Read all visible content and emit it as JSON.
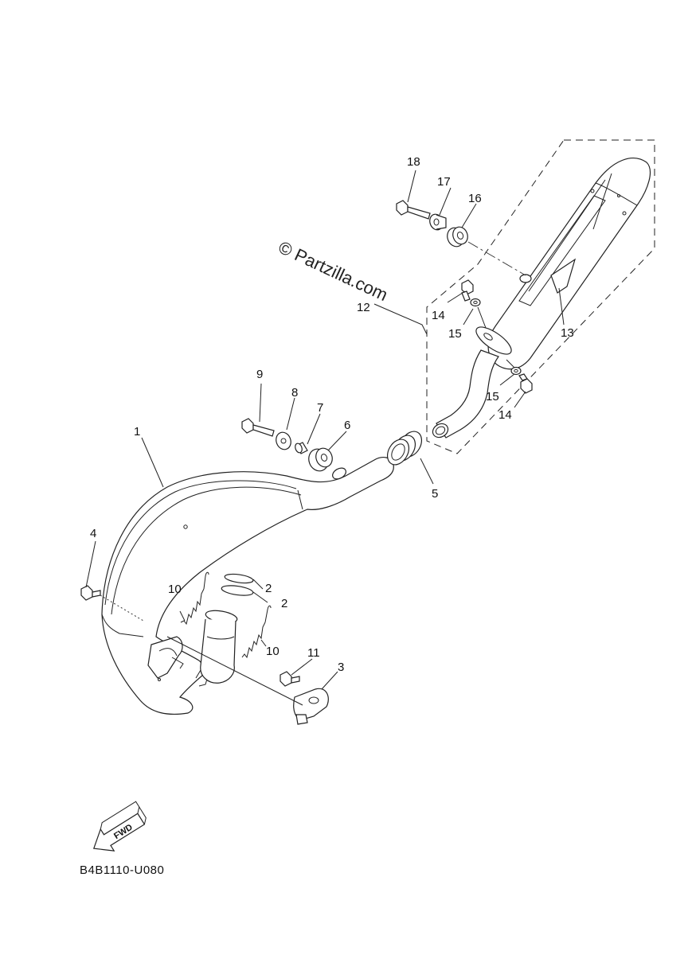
{
  "watermark": "© Partzilla.com",
  "diagram_code": "B4B1110-U080",
  "fwd_label": "FWD",
  "callouts": {
    "c1": "1",
    "c2a": "2",
    "c2b": "2",
    "c3": "3",
    "c4": "4",
    "c5": "5",
    "c6": "6",
    "c7": "7",
    "c8": "8",
    "c9": "9",
    "c10a": "10",
    "c10b": "10",
    "c11": "11",
    "c12": "12",
    "c13": "13",
    "c14a": "14",
    "c14b": "14",
    "c15a": "15",
    "c15b": "15",
    "c16": "16",
    "c17": "17",
    "c18": "18"
  }
}
